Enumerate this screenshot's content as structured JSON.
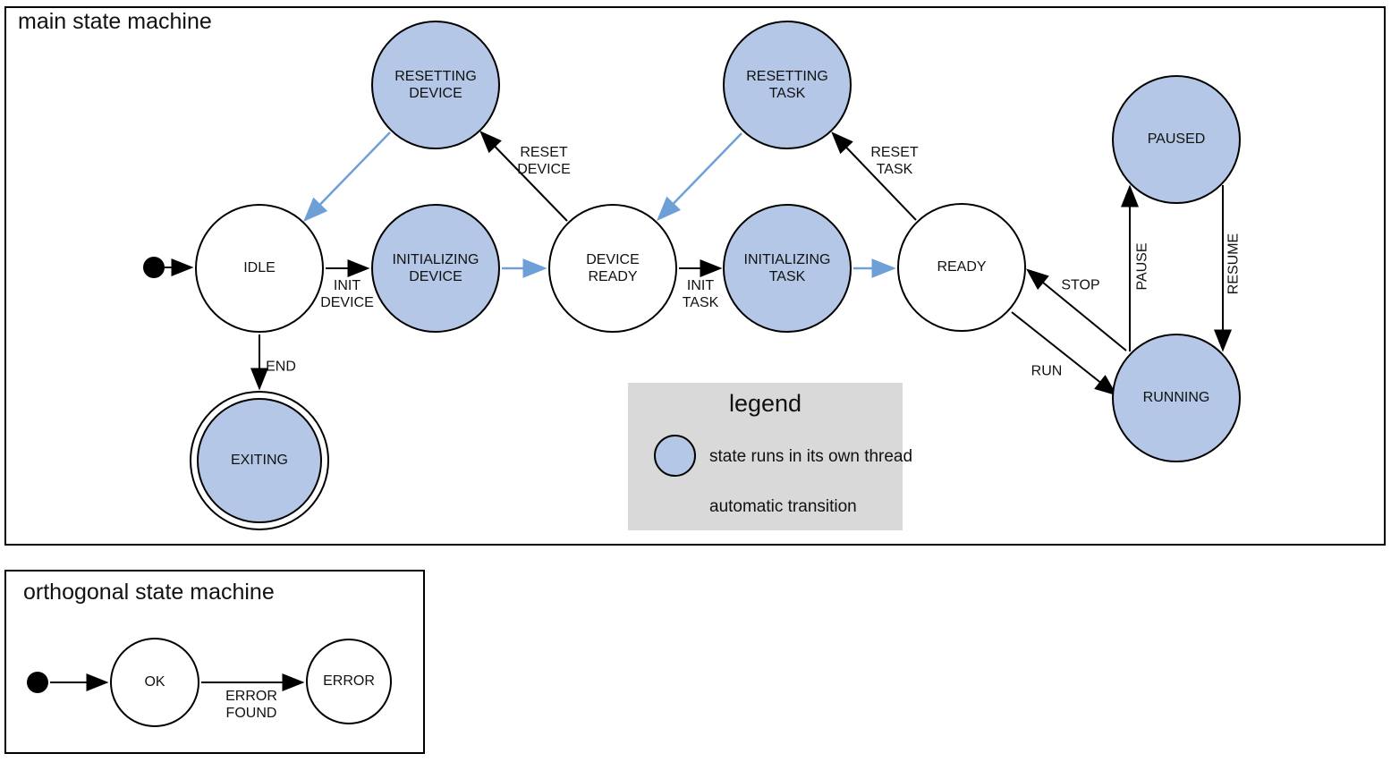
{
  "main": {
    "title": "main state machine",
    "states": {
      "idle": {
        "label": "IDLE"
      },
      "resetting_device": {
        "label": "RESETTING DEVICE"
      },
      "initializing_device": {
        "label": "INITIALIZING DEVICE"
      },
      "device_ready": {
        "label": "DEVICE READY"
      },
      "resetting_task": {
        "label": "RESETTING TASK"
      },
      "initializing_task": {
        "label": "INITIALIZING TASK"
      },
      "ready": {
        "label": "READY"
      },
      "paused": {
        "label": "PAUSED"
      },
      "running": {
        "label": "RUNNING"
      },
      "exiting": {
        "label": "EXITING"
      }
    },
    "transitions": {
      "init_device": {
        "label": "INIT DEVICE"
      },
      "reset_device": {
        "label": "RESET DEVICE"
      },
      "init_task": {
        "label": "INIT TASK"
      },
      "reset_task": {
        "label": "RESET TASK"
      },
      "end": {
        "label": "END"
      },
      "run": {
        "label": "RUN"
      },
      "stop": {
        "label": "STOP"
      },
      "pause": {
        "label": "PAUSE"
      },
      "resume": {
        "label": "RESUME"
      }
    }
  },
  "legend": {
    "title": "legend",
    "items": [
      {
        "label": "state runs in its own thread"
      },
      {
        "label": "automatic transition"
      }
    ]
  },
  "ortho": {
    "title": "orthogonal state machine",
    "states": {
      "ok": {
        "label": "OK"
      },
      "error": {
        "label": "ERROR"
      }
    },
    "transitions": {
      "error_found": {
        "label": "ERROR FOUND"
      }
    }
  },
  "colors": {
    "threaded_state_fill": "#b4c7e7",
    "automatic_arrow": "#6ea0d7",
    "legend_background": "#d9d9d9",
    "line_stroke": "#000000"
  }
}
